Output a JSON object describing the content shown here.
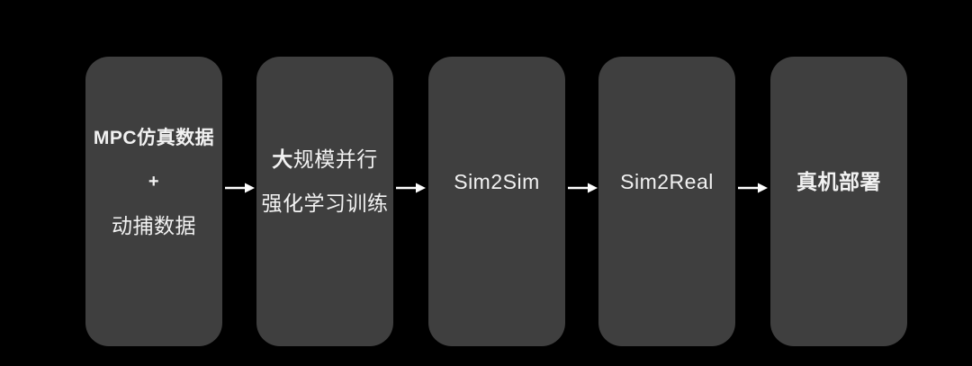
{
  "diagram": {
    "type": "flowchart",
    "direction": "left-to-right",
    "colors": {
      "background": "#000000",
      "node_fill": "#3f3f3f",
      "text": "#f2f2f2",
      "arrow": "#ffffff"
    },
    "nodes": [
      {
        "id": "training-data",
        "lines": [
          {
            "bold": "MPC仿真数据",
            "regular": ""
          },
          {
            "bold": "+",
            "regular": ""
          },
          {
            "bold": "",
            "regular": "动捕数据"
          }
        ]
      },
      {
        "id": "rl-training",
        "lines": [
          {
            "bold": "大",
            "regular": "规模并行"
          },
          {
            "bold": "",
            "regular": "强化学习训练"
          }
        ]
      },
      {
        "id": "sim2sim",
        "lines": [
          {
            "bold": "",
            "regular": "Sim2Sim"
          }
        ]
      },
      {
        "id": "sim2real",
        "lines": [
          {
            "bold": "",
            "regular": "Sim2Real"
          }
        ]
      },
      {
        "id": "real-deployment",
        "lines": [
          {
            "bold": "真机部署",
            "regular": ""
          }
        ]
      }
    ],
    "arrows": [
      {
        "from": "training-data",
        "to": "rl-training"
      },
      {
        "from": "rl-training",
        "to": "sim2sim"
      },
      {
        "from": "sim2sim",
        "to": "sim2real"
      },
      {
        "from": "sim2real",
        "to": "real-deployment"
      }
    ]
  }
}
